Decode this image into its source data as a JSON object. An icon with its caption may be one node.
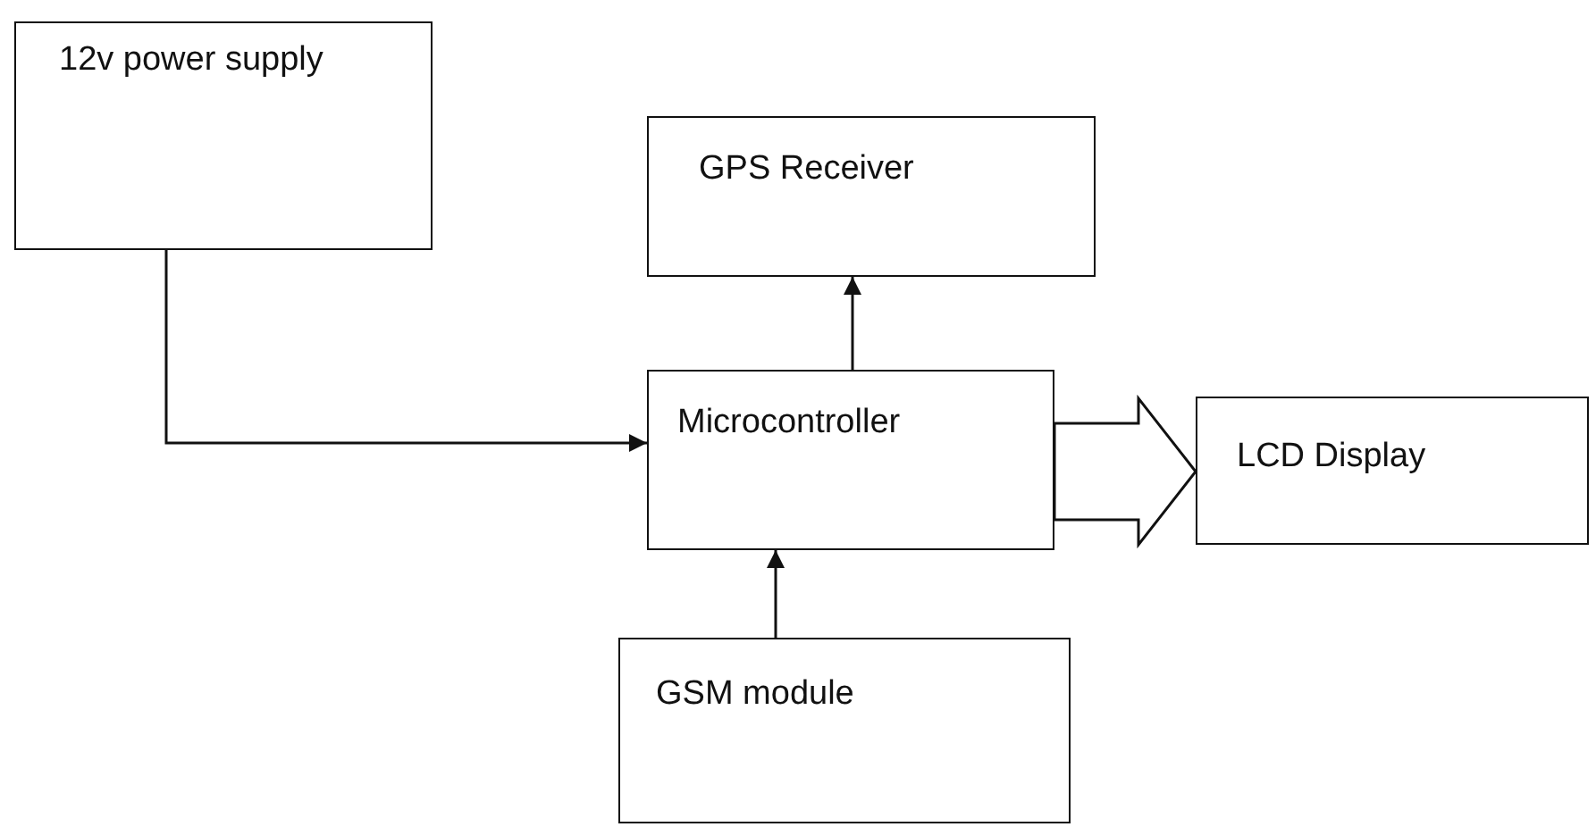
{
  "diagram": {
    "nodes": [
      {
        "text": [
          "12v power supply"
        ]
      },
      {
        "text": [
          "GPS Receiver"
        ]
      },
      {
        "text": [
          "Microcontroller"
        ]
      },
      {
        "text": [
          "LCD Display"
        ]
      },
      {
        "text": [
          "GSM module"
        ]
      }
    ],
    "edges": [
      {
        "from": 0,
        "to": 2,
        "arrow": "to"
      },
      {
        "from": 2,
        "to": 1,
        "arrow": "to"
      },
      {
        "from": 4,
        "to": 2,
        "arrow": "to"
      },
      {
        "from": 2,
        "to": 3,
        "arrow": "to",
        "style": "thick"
      }
    ]
  }
}
